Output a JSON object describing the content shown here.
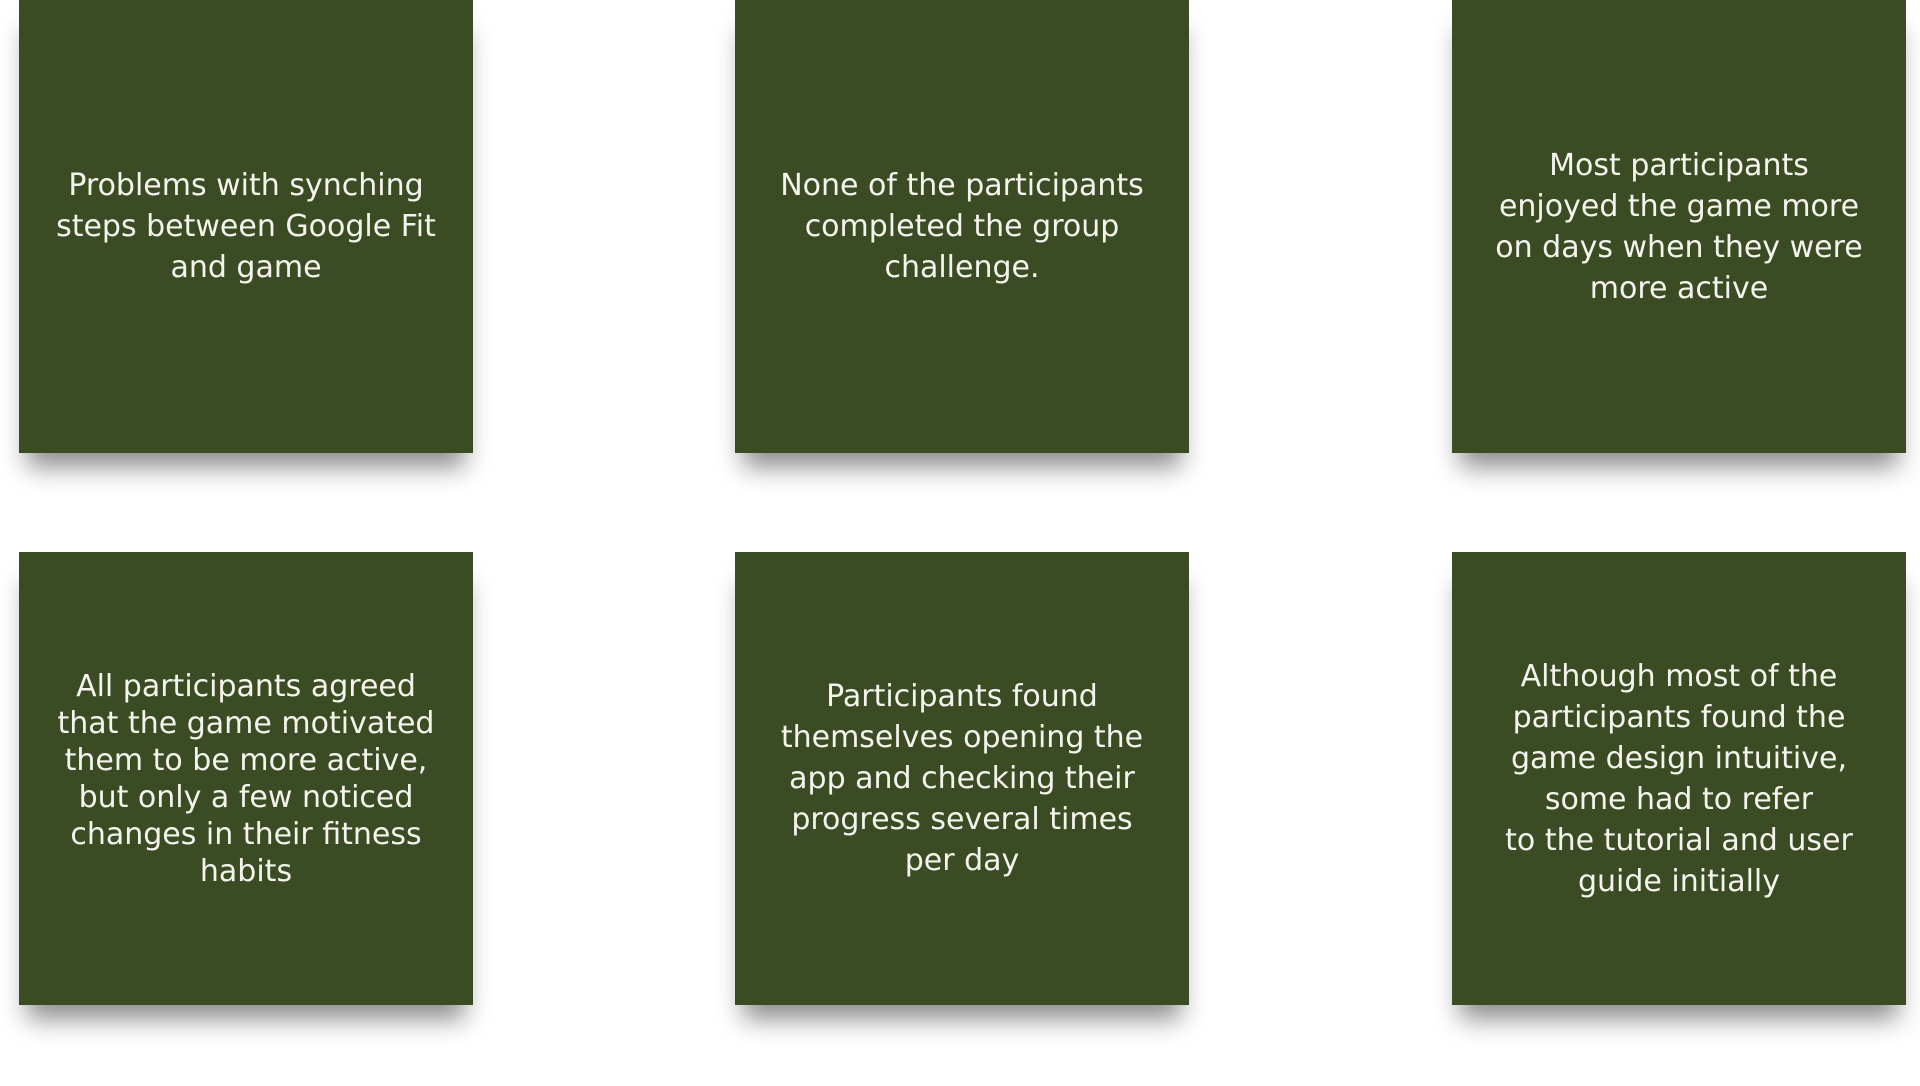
{
  "cards": [
    {
      "text": "Problems with synching\nsteps between Google Fit\nand game"
    },
    {
      "text": "None of the participants\ncompleted the group\nchallenge."
    },
    {
      "text": "Most participants\nenjoyed the game more\non days when they were\nmore active"
    },
    {
      "text": "All participants agreed\nthat the game motivated\nthem to be more active,\nbut only a few noticed\nchanges in their fitness\nhabits"
    },
    {
      "text": "Participants found\nthemselves opening the\napp and checking their\nprogress several times\nper day"
    },
    {
      "text": "Although most of the\nparticipants found the\ngame design intuitive,\nsome had to refer\nto the tutorial and user\nguide initially"
    }
  ],
  "colors": {
    "card_background": "#3b4b24",
    "card_text": "#f4f4ec",
    "page_background": "#ffffff"
  }
}
